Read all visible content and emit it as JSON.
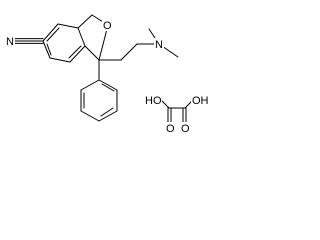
{
  "structure": {
    "main_molecule": {
      "nitrile_nitrogen": "N",
      "ring_oxygen": "O",
      "amine_nitrogen": "N"
    },
    "counterion": {
      "oxalic_left_hydroxyl": "HO",
      "oxalic_right_hydroxyl": "OH",
      "carbonyl_left_oxygen": "O",
      "carbonyl_right_oxygen": "O"
    }
  },
  "colors": {
    "bond": "#000000",
    "background": "#ffffff"
  }
}
